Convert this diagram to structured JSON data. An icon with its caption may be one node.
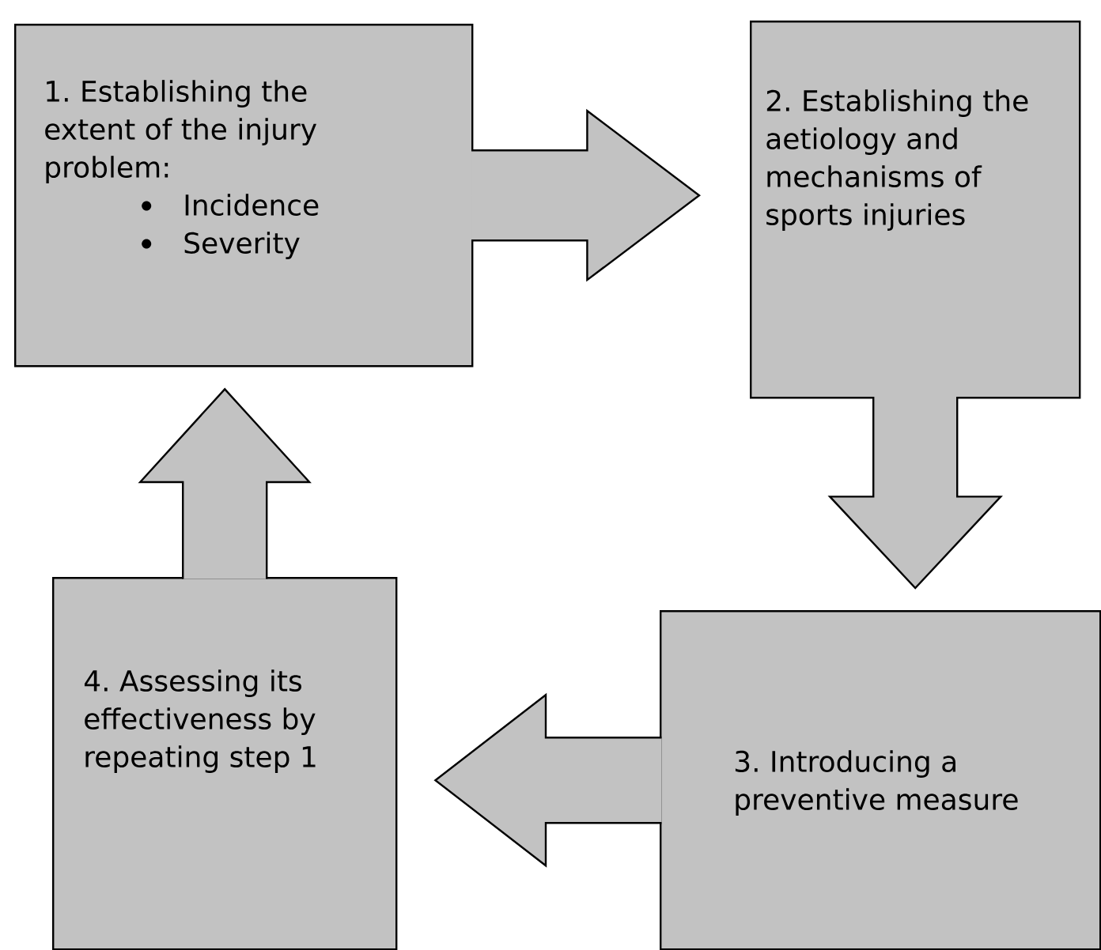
{
  "diagram": {
    "nodes": [
      {
        "text": [
          "1. Establishing the extent of the injury problem:",
          "Incidence",
          "Severity"
        ]
      },
      {
        "text": [
          "2. Establishing the aetiology and mechanisms of sports injuries"
        ]
      },
      {
        "text": [
          "3. Introducing a preventive measure"
        ]
      },
      {
        "text": [
          "4. Assessing its effectiveness by repeating step 1"
        ]
      }
    ],
    "edges": [
      {
        "from": 0,
        "to": 1,
        "arrow": "to"
      },
      {
        "from": 1,
        "to": 2,
        "arrow": "to"
      },
      {
        "from": 2,
        "to": 3,
        "arrow": "to"
      },
      {
        "from": 3,
        "to": 0,
        "arrow": "to"
      }
    ]
  }
}
